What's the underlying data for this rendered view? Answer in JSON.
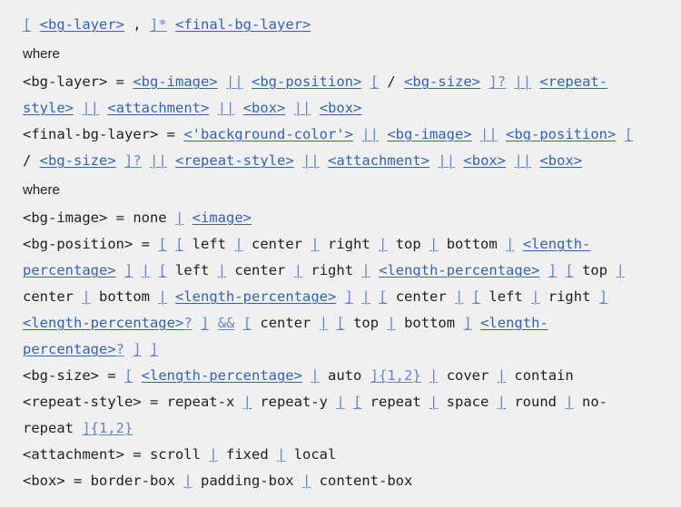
{
  "colors": {
    "background": "#f0f0f1",
    "plain_text": "#212121",
    "type_link": "#3563af",
    "grammar_link": "#6486cb"
  },
  "formal_syntax": {
    "lines": [
      {
        "kind": "code",
        "tokens": [
          [
            "g",
            "["
          ],
          [
            "t",
            " "
          ],
          [
            "l",
            "<bg-layer>"
          ],
          [
            "t",
            " , "
          ],
          [
            "g",
            "]*"
          ],
          [
            "t",
            " "
          ],
          [
            "l",
            "<final-bg-layer>"
          ]
        ]
      },
      {
        "kind": "where",
        "text": "where"
      },
      {
        "kind": "code",
        "tokens": [
          [
            "t",
            "<bg-layer> = "
          ],
          [
            "l",
            "<bg-image>"
          ],
          [
            "t",
            " "
          ],
          [
            "g",
            "||"
          ],
          [
            "t",
            " "
          ],
          [
            "l",
            "<bg-position>"
          ],
          [
            "t",
            " "
          ],
          [
            "g",
            "["
          ],
          [
            "t",
            " / "
          ],
          [
            "l",
            "<bg-size>"
          ],
          [
            "t",
            " "
          ],
          [
            "g",
            "]?"
          ],
          [
            "t",
            " "
          ],
          [
            "g",
            "||"
          ],
          [
            "t",
            " "
          ],
          [
            "l",
            "<repeat-"
          ]
        ]
      },
      {
        "kind": "code",
        "tokens": [
          [
            "l",
            "style>"
          ],
          [
            "t",
            " "
          ],
          [
            "g",
            "||"
          ],
          [
            "t",
            " "
          ],
          [
            "l",
            "<attachment>"
          ],
          [
            "t",
            " "
          ],
          [
            "g",
            "||"
          ],
          [
            "t",
            " "
          ],
          [
            "l",
            "<box>"
          ],
          [
            "t",
            " "
          ],
          [
            "g",
            "||"
          ],
          [
            "t",
            " "
          ],
          [
            "l",
            "<box>"
          ]
        ]
      },
      {
        "kind": "code",
        "tokens": [
          [
            "t",
            "<final-bg-layer> = "
          ],
          [
            "l",
            "<'background-color'>"
          ],
          [
            "t",
            " "
          ],
          [
            "g",
            "||"
          ],
          [
            "t",
            " "
          ],
          [
            "l",
            "<bg-image>"
          ],
          [
            "t",
            " "
          ],
          [
            "g",
            "||"
          ],
          [
            "t",
            " "
          ],
          [
            "l",
            "<bg-position>"
          ],
          [
            "t",
            " "
          ],
          [
            "g",
            "["
          ]
        ]
      },
      {
        "kind": "code",
        "tokens": [
          [
            "t",
            "/ "
          ],
          [
            "l",
            "<bg-size>"
          ],
          [
            "t",
            " "
          ],
          [
            "g",
            "]?"
          ],
          [
            "t",
            " "
          ],
          [
            "g",
            "||"
          ],
          [
            "t",
            " "
          ],
          [
            "l",
            "<repeat-style>"
          ],
          [
            "t",
            " "
          ],
          [
            "g",
            "||"
          ],
          [
            "t",
            " "
          ],
          [
            "l",
            "<attachment>"
          ],
          [
            "t",
            " "
          ],
          [
            "g",
            "||"
          ],
          [
            "t",
            " "
          ],
          [
            "l",
            "<box>"
          ],
          [
            "t",
            " "
          ],
          [
            "g",
            "||"
          ],
          [
            "t",
            " "
          ],
          [
            "l",
            "<box>"
          ]
        ]
      },
      {
        "kind": "where",
        "text": "where"
      },
      {
        "kind": "code",
        "tokens": [
          [
            "t",
            "<bg-image> = none "
          ],
          [
            "g",
            "|"
          ],
          [
            "t",
            " "
          ],
          [
            "l",
            "<image>"
          ]
        ]
      },
      {
        "kind": "code",
        "tokens": [
          [
            "t",
            "<bg-position> = "
          ],
          [
            "g",
            "["
          ],
          [
            "t",
            " "
          ],
          [
            "g",
            "["
          ],
          [
            "t",
            " left "
          ],
          [
            "g",
            "|"
          ],
          [
            "t",
            " center "
          ],
          [
            "g",
            "|"
          ],
          [
            "t",
            " right "
          ],
          [
            "g",
            "|"
          ],
          [
            "t",
            " top "
          ],
          [
            "g",
            "|"
          ],
          [
            "t",
            " bottom "
          ],
          [
            "g",
            "|"
          ],
          [
            "t",
            " "
          ],
          [
            "l",
            "<length-"
          ]
        ]
      },
      {
        "kind": "code",
        "tokens": [
          [
            "l",
            "percentage>"
          ],
          [
            "t",
            " "
          ],
          [
            "g",
            "]"
          ],
          [
            "t",
            " "
          ],
          [
            "g",
            "|"
          ],
          [
            "t",
            " "
          ],
          [
            "g",
            "["
          ],
          [
            "t",
            " left "
          ],
          [
            "g",
            "|"
          ],
          [
            "t",
            " center "
          ],
          [
            "g",
            "|"
          ],
          [
            "t",
            " right "
          ],
          [
            "g",
            "|"
          ],
          [
            "t",
            " "
          ],
          [
            "l",
            "<length-percentage>"
          ],
          [
            "t",
            " "
          ],
          [
            "g",
            "]"
          ],
          [
            "t",
            " "
          ],
          [
            "g",
            "["
          ],
          [
            "t",
            " top "
          ],
          [
            "g",
            "|"
          ]
        ]
      },
      {
        "kind": "code",
        "tokens": [
          [
            "t",
            "center "
          ],
          [
            "g",
            "|"
          ],
          [
            "t",
            " bottom "
          ],
          [
            "g",
            "|"
          ],
          [
            "t",
            " "
          ],
          [
            "l",
            "<length-percentage>"
          ],
          [
            "t",
            " "
          ],
          [
            "g",
            "]"
          ],
          [
            "t",
            " "
          ],
          [
            "g",
            "|"
          ],
          [
            "t",
            " "
          ],
          [
            "g",
            "["
          ],
          [
            "t",
            " center "
          ],
          [
            "g",
            "|"
          ],
          [
            "t",
            " "
          ],
          [
            "g",
            "["
          ],
          [
            "t",
            " left "
          ],
          [
            "g",
            "|"
          ],
          [
            "t",
            " right "
          ],
          [
            "g",
            "]"
          ]
        ]
      },
      {
        "kind": "code",
        "tokens": [
          [
            "l",
            "<length-percentage>"
          ],
          [
            "g",
            "?"
          ],
          [
            "t",
            " "
          ],
          [
            "g",
            "]"
          ],
          [
            "t",
            " "
          ],
          [
            "g",
            "&&"
          ],
          [
            "t",
            " "
          ],
          [
            "g",
            "["
          ],
          [
            "t",
            " center "
          ],
          [
            "g",
            "|"
          ],
          [
            "t",
            " "
          ],
          [
            "g",
            "["
          ],
          [
            "t",
            " top "
          ],
          [
            "g",
            "|"
          ],
          [
            "t",
            " bottom "
          ],
          [
            "g",
            "]"
          ],
          [
            "t",
            " "
          ],
          [
            "l",
            "<length-"
          ]
        ]
      },
      {
        "kind": "code",
        "tokens": [
          [
            "l",
            "percentage>"
          ],
          [
            "g",
            "?"
          ],
          [
            "t",
            " "
          ],
          [
            "g",
            "]"
          ],
          [
            "t",
            " "
          ],
          [
            "g",
            "]"
          ]
        ]
      },
      {
        "kind": "code",
        "tokens": [
          [
            "t",
            "<bg-size> = "
          ],
          [
            "g",
            "["
          ],
          [
            "t",
            " "
          ],
          [
            "l",
            "<length-percentage>"
          ],
          [
            "t",
            " "
          ],
          [
            "g",
            "|"
          ],
          [
            "t",
            " auto "
          ],
          [
            "g",
            "]{1,2}"
          ],
          [
            "t",
            " "
          ],
          [
            "g",
            "|"
          ],
          [
            "t",
            " cover "
          ],
          [
            "g",
            "|"
          ],
          [
            "t",
            " contain"
          ]
        ]
      },
      {
        "kind": "code",
        "tokens": [
          [
            "t",
            "<repeat-style> = repeat-x "
          ],
          [
            "g",
            "|"
          ],
          [
            "t",
            " repeat-y "
          ],
          [
            "g",
            "|"
          ],
          [
            "t",
            " "
          ],
          [
            "g",
            "["
          ],
          [
            "t",
            " repeat "
          ],
          [
            "g",
            "|"
          ],
          [
            "t",
            " space "
          ],
          [
            "g",
            "|"
          ],
          [
            "t",
            " round "
          ],
          [
            "g",
            "|"
          ],
          [
            "t",
            " no-"
          ]
        ]
      },
      {
        "kind": "code",
        "tokens": [
          [
            "t",
            "repeat "
          ],
          [
            "g",
            "]{1,2}"
          ]
        ]
      },
      {
        "kind": "code",
        "tokens": [
          [
            "t",
            "<attachment> = scroll "
          ],
          [
            "g",
            "|"
          ],
          [
            "t",
            " fixed "
          ],
          [
            "g",
            "|"
          ],
          [
            "t",
            " local"
          ]
        ]
      },
      {
        "kind": "code",
        "tokens": [
          [
            "t",
            "<box> = border-box "
          ],
          [
            "g",
            "|"
          ],
          [
            "t",
            " padding-box "
          ],
          [
            "g",
            "|"
          ],
          [
            "t",
            " content-box"
          ]
        ]
      }
    ]
  }
}
